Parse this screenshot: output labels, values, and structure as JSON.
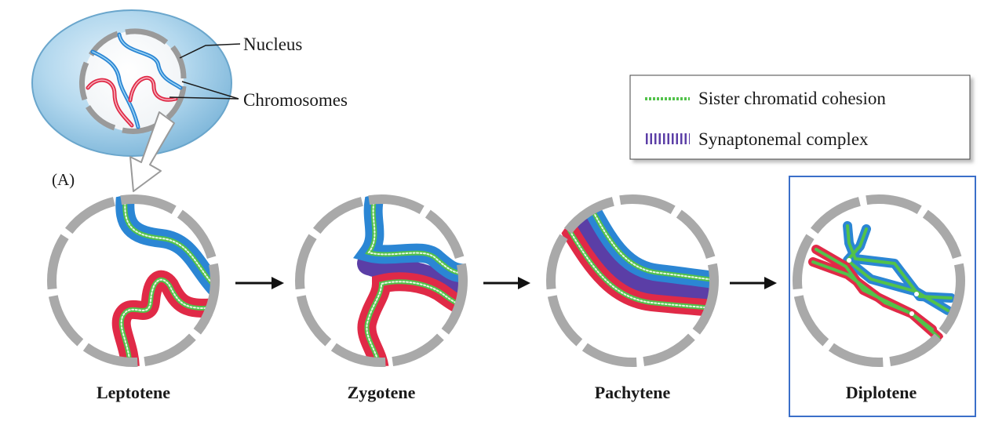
{
  "figure": {
    "panel_letter": "(A)",
    "callouts": {
      "nucleus": "Nucleus",
      "chromosomes": "Chromosomes"
    },
    "legend": {
      "items": [
        {
          "label": "Sister chromatid cohesion",
          "swatch": "green-dotted-line"
        },
        {
          "label": "Synaptonemal complex",
          "swatch": "purple-ladder"
        }
      ]
    },
    "stages": [
      {
        "label": "Leptotene"
      },
      {
        "label": "Zygotene"
      },
      {
        "label": "Pachytene"
      },
      {
        "label": "Diplotene",
        "highlighted": true
      }
    ],
    "colors": {
      "blue_chromosome": "#2b86d4",
      "red_chromosome": "#e02a47",
      "cohesion_green": "#52c24a",
      "synaptonemal_purple": "#5b3ea6",
      "nuclear_envelope": "#aaaaaa",
      "cell_fill": "#a9d2ea",
      "highlight_box": "#3b6fc9"
    }
  }
}
